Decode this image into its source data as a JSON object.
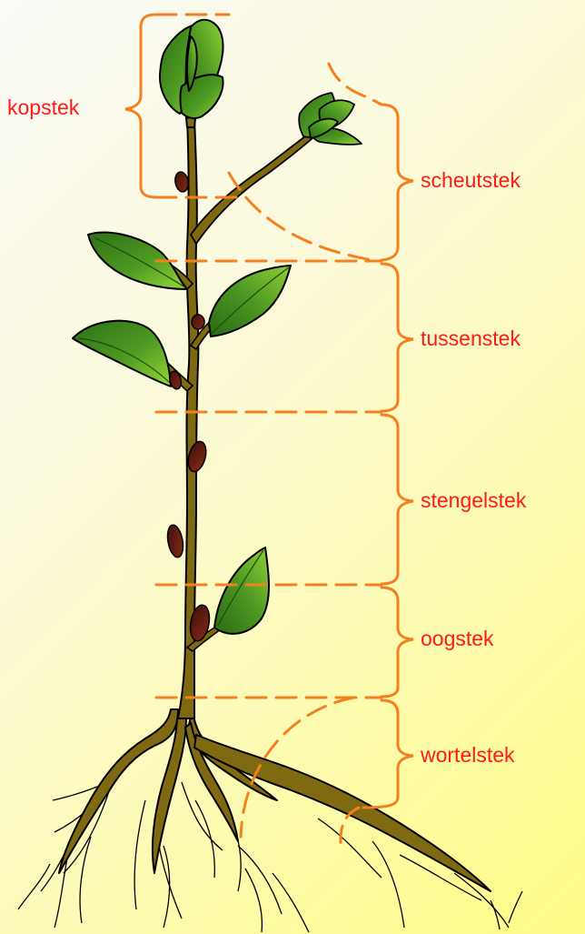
{
  "labels": {
    "kopstek": "kopstek",
    "scheutstek": "scheutstek",
    "tussenstek": "tussenstek",
    "stengelstek": "stengelstek",
    "oogstek": "oogstek",
    "wortelstek": "wortelstek"
  },
  "colors": {
    "label": "#ff1a1a",
    "bracket": "#f4801f",
    "stem": "#7f6a12",
    "stem_outline": "#000000",
    "leaf_dark": "#2f6f16",
    "leaf_light": "#9ad83a",
    "bud": "#6b1a12"
  }
}
